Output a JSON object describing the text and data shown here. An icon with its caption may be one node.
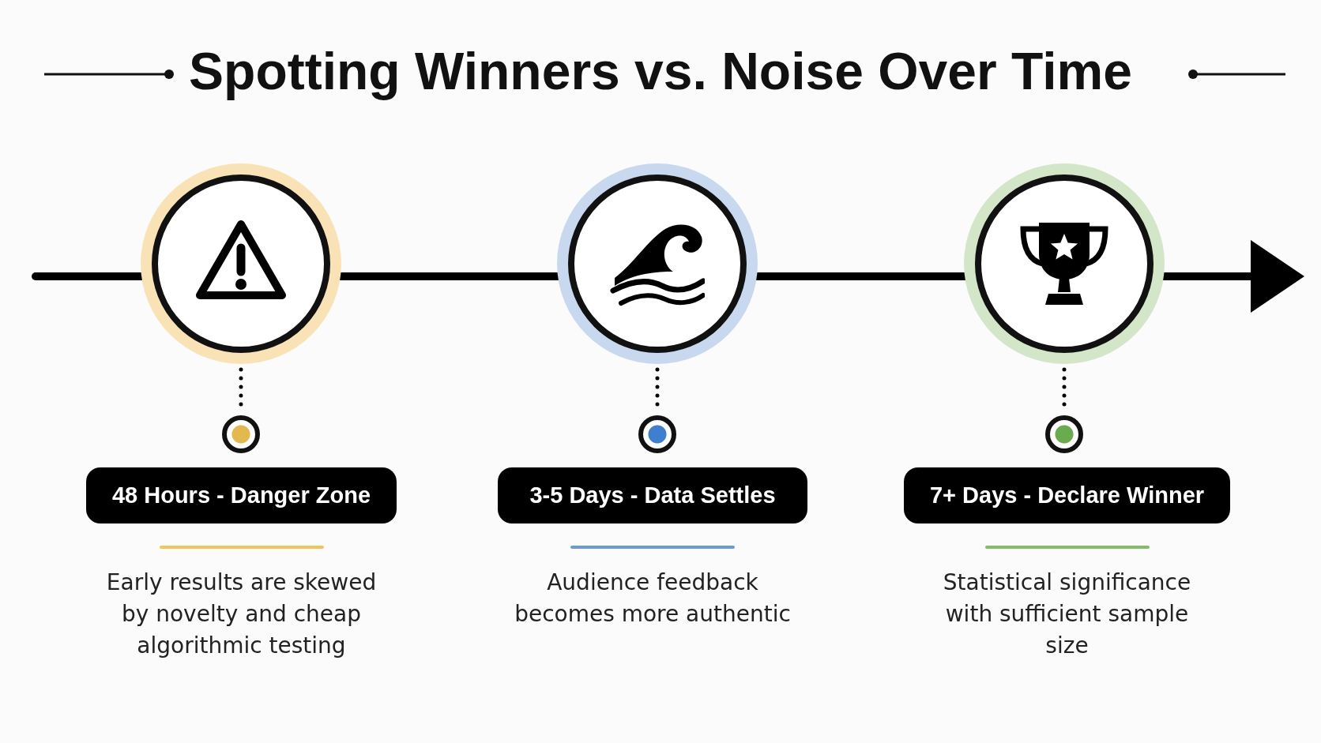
{
  "diagram": {
    "title": "Spotting Winners vs. Noise Over Time",
    "nodes": [
      {
        "text": [],
        "shape": "circle"
      },
      {
        "text": [],
        "shape": "circle"
      },
      {
        "text": [],
        "shape": "circle"
      },
      {
        "text": [],
        "shape": "circle"
      },
      {
        "text": [],
        "shape": "circle"
      },
      {
        "text": [],
        "shape": "circle"
      },
      {
        "text": [
          "48 Hours - Danger Zone"
        ],
        "beside": [
          "Early results are skewed by novelty and cheap algorithmic testing"
        ]
      },
      {
        "text": [
          "3-5 Days - Data Settles"
        ],
        "beside": [
          "Audience feedback becomes more authentic"
        ]
      },
      {
        "text": [
          "7+ Days - Declare Winner"
        ],
        "beside": [
          "Statistical significance with sufficient sample size"
        ]
      }
    ],
    "edges": [
      {
        "from": null,
        "to": 0,
        "arrow": "none"
      },
      {
        "from": 0,
        "to": 1,
        "arrow": "none"
      },
      {
        "from": 1,
        "to": 2,
        "arrow": "none"
      },
      {
        "from": 2,
        "to": null,
        "arrow": "to"
      },
      {
        "from": 0,
        "to": 3,
        "arrow": "none",
        "style": "dashed"
      },
      {
        "from": 1,
        "to": 4,
        "arrow": "none",
        "style": "dashed"
      },
      {
        "from": 2,
        "to": 5,
        "arrow": "none",
        "style": "dashed"
      }
    ]
  }
}
